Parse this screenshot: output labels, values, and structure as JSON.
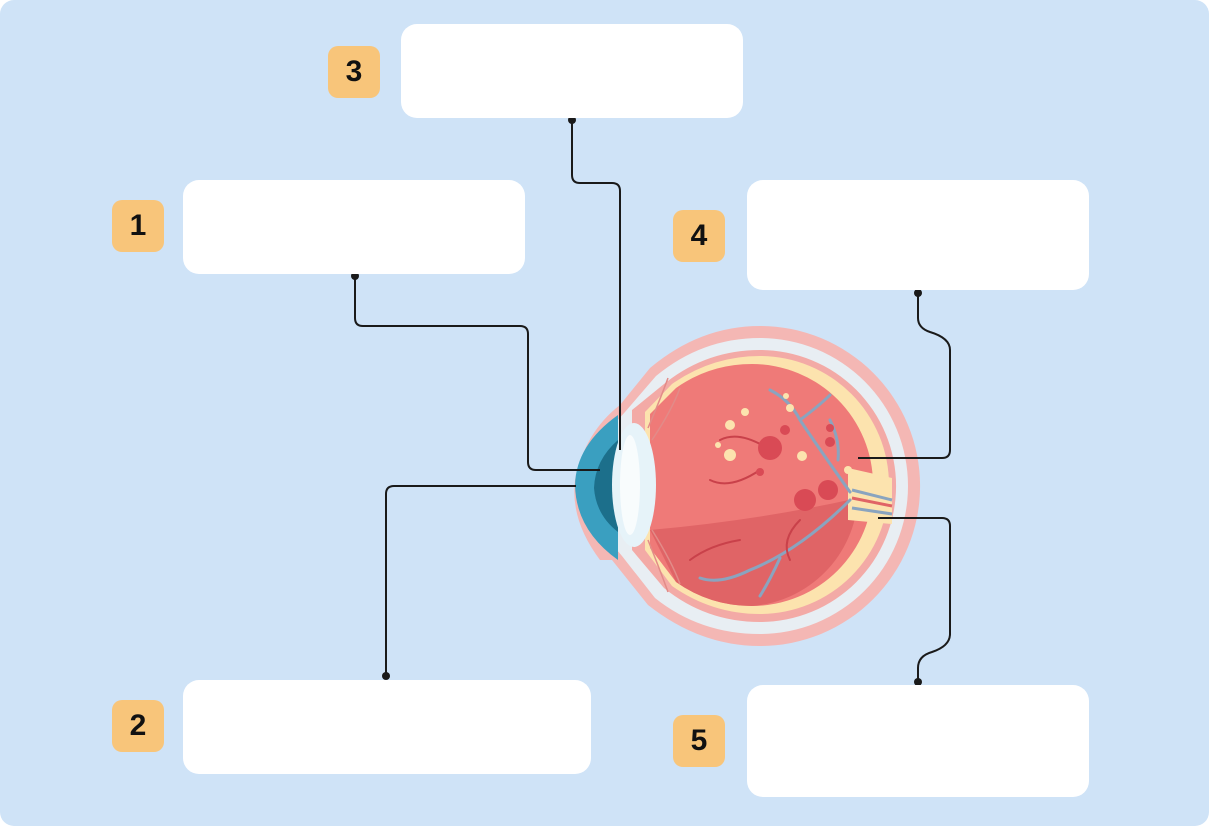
{
  "diagram": {
    "badges": [
      {
        "id": "3",
        "text": "3"
      },
      {
        "id": "1",
        "text": "1"
      },
      {
        "id": "4",
        "text": "4"
      },
      {
        "id": "2",
        "text": "2"
      },
      {
        "id": "5",
        "text": "5"
      }
    ],
    "label_boxes": [
      {
        "id": "3",
        "text": ""
      },
      {
        "id": "1",
        "text": ""
      },
      {
        "id": "4",
        "text": ""
      },
      {
        "id": "2",
        "text": ""
      },
      {
        "id": "5",
        "text": ""
      }
    ],
    "colors": {
      "background": "#cfe3f7",
      "badge": "#f8c57a",
      "box": "#ffffff",
      "leader_line": "#1a1a1a",
      "eye_interior": "#ef7a78",
      "cornea": "#3a9fc0",
      "lens": "#e6f3f9",
      "sclera": "#e8eef3",
      "outer_pink": "#f4b7b4",
      "choroid_yellow": "#fce3ae",
      "vessels": "#8aa4bf"
    },
    "icons": [
      "eye-cross-section-illustration"
    ]
  }
}
